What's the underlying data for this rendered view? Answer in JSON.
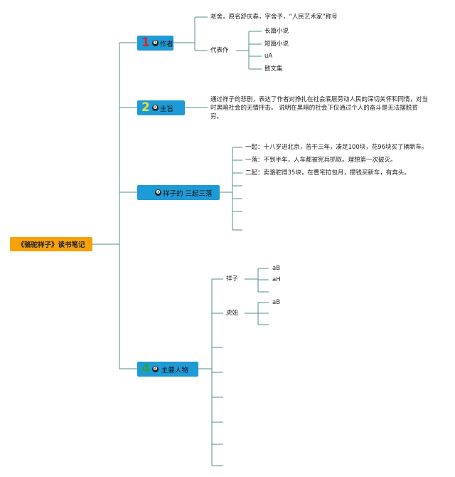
{
  "root": {
    "title": "《骆驼祥子》读书笔记"
  },
  "branches": {
    "author": {
      "num": "1",
      "circ": "❶",
      "label": "作者",
      "names": "老舍，原名舒庆春，字舍予，“人民艺术家”称号",
      "works_label": "代表作",
      "works": [
        "长篇小说",
        "短篇小说",
        "uA",
        "散文集"
      ]
    },
    "theme": {
      "num": "2",
      "circ": "❷",
      "label": "主旨",
      "text": "通过祥子的悲剧，表达了作者对挣扎在社会底层劳动人民的深切关怀和同情，对当时黑暗社会的无情抨击。 说明在黑暗的社会下仅通过个人的奋斗是无法摆脱贫穷。"
    },
    "ups_downs": {
      "circ": "❸",
      "label": "祥子的 三起三落",
      "items": [
        "一起：十八岁进北京，苦干三年，凑足100块，花96块买了辆新车。",
        "一落：不到半年，人车都被宪兵抓取。理想第一次破灭。",
        "二起：卖骆驼得35块，在曹宅拉包月，攒钱买新车，有奔头。"
      ]
    },
    "characters": {
      "num": "4",
      "circ": "❹",
      "label": "主要人物",
      "people": [
        {
          "name": "祥子",
          "traits": [
            "aB",
            "aH"
          ]
        },
        {
          "name": "虎妞",
          "traits": [
            "aB"
          ]
        }
      ]
    }
  },
  "colors": {
    "line": "#4f8f8a",
    "box": "#1e9ad6",
    "root": "#f5a20a",
    "num1": "#d6262b",
    "num2": "#e8e23a",
    "num4": "#2aa14a"
  }
}
